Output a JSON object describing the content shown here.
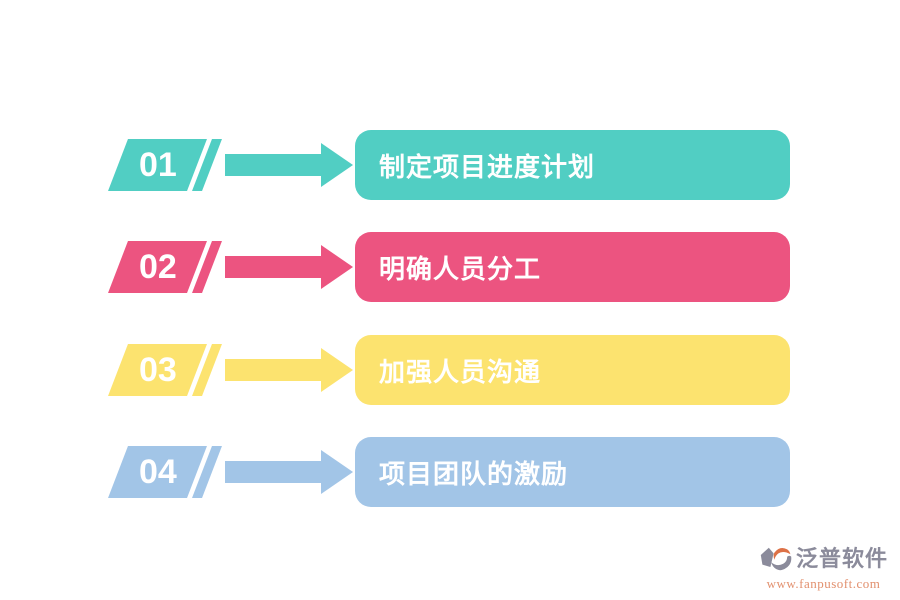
{
  "page": {
    "background": "#ffffff",
    "type": "process-steps-infographic"
  },
  "steps": [
    {
      "number": "01",
      "label": "制定项目进度计划",
      "color": "#51CEC3"
    },
    {
      "number": "02",
      "label": "明确人员分工",
      "color": "#EC5480"
    },
    {
      "number": "03",
      "label": "加强人员沟通",
      "color": "#FCE36F"
    },
    {
      "number": "04",
      "label": "项目团队的激励",
      "color": "#A2C5E7"
    }
  ],
  "logo": {
    "name": "泛普软件",
    "url": "www.fanpusoft.com",
    "text_color": "#8B8B9B",
    "url_color": "#E2906E",
    "accent_color": "#DD7146"
  }
}
